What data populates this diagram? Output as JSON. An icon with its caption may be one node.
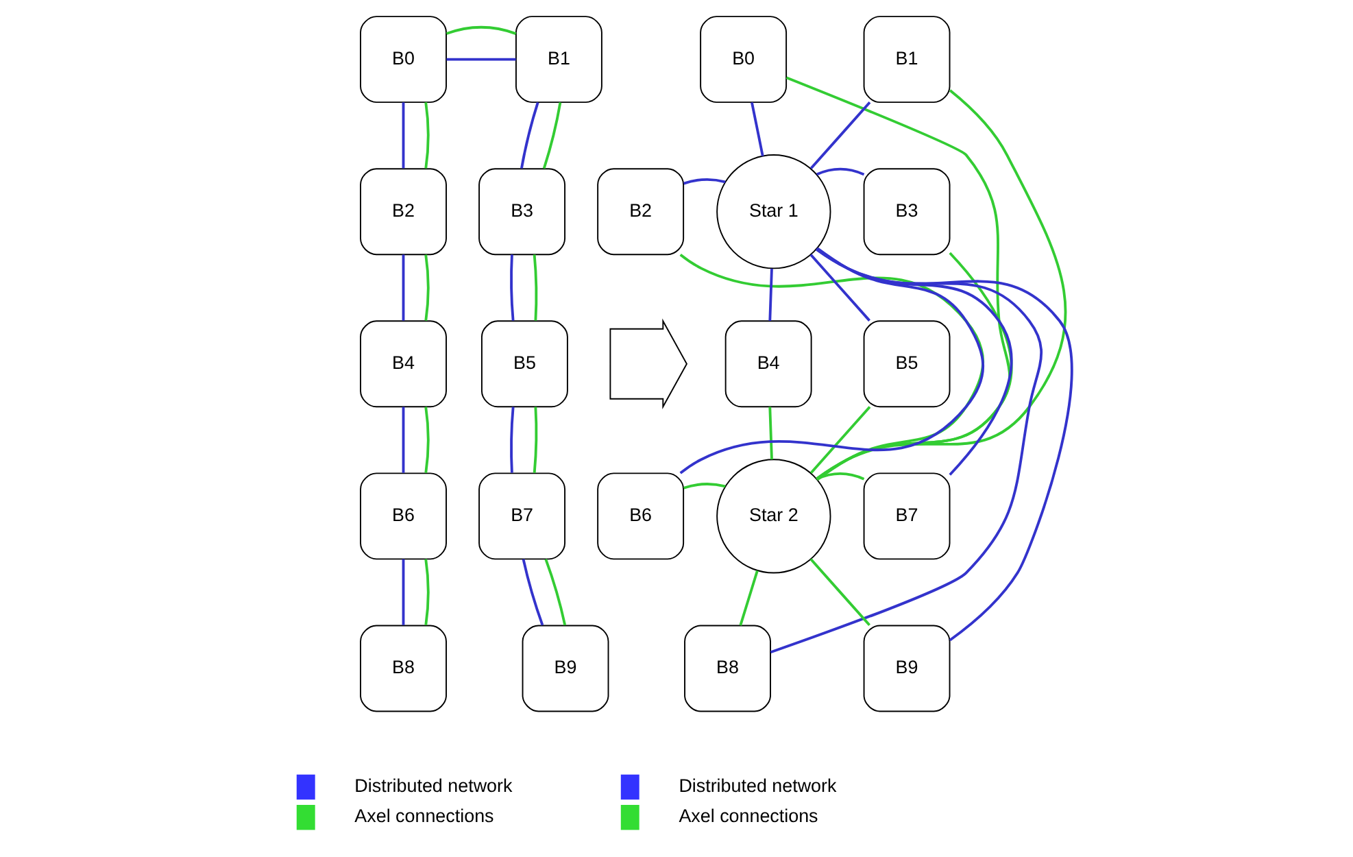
{
  "diagram": {
    "nodes": [
      {
        "text": [
          "B0"
        ]
      },
      {
        "text": [
          "B1"
        ]
      },
      {
        "text": [
          "B2"
        ]
      },
      {
        "text": [
          "B3"
        ]
      },
      {
        "text": [
          "B4"
        ]
      },
      {
        "text": [
          "B5"
        ]
      },
      {
        "text": [
          "B6"
        ]
      },
      {
        "text": [
          "B7"
        ]
      },
      {
        "text": [
          "B8"
        ]
      },
      {
        "text": [
          "B9"
        ]
      },
      {
        "text": [],
        "shape": "arrow"
      },
      {
        "text": [
          "B0"
        ]
      },
      {
        "text": [
          "B1"
        ]
      },
      {
        "text": [
          "B2"
        ]
      },
      {
        "text": [
          "Star 1"
        ]
      },
      {
        "text": [
          "B3"
        ]
      },
      {
        "text": [
          "B4"
        ]
      },
      {
        "text": [
          "B5"
        ]
      },
      {
        "text": [
          "B6"
        ]
      },
      {
        "text": [
          "Star 2"
        ]
      },
      {
        "text": [
          "B7"
        ]
      },
      {
        "text": [
          "B8"
        ]
      },
      {
        "text": [
          "B9"
        ]
      }
    ],
    "edges": [
      {
        "from": 0,
        "to": 1,
        "arrow": "none",
        "color": "#3333cc"
      },
      {
        "from": 0,
        "to": 2,
        "arrow": "none",
        "color": "#3333cc"
      },
      {
        "from": 2,
        "to": 4,
        "arrow": "none",
        "color": "#3333cc"
      },
      {
        "from": 4,
        "to": 6,
        "arrow": "none",
        "color": "#3333cc"
      },
      {
        "from": 6,
        "to": 8,
        "arrow": "none",
        "color": "#3333cc"
      },
      {
        "from": 1,
        "to": 3,
        "arrow": "none",
        "color": "#3333cc"
      },
      {
        "from": 3,
        "to": 5,
        "arrow": "none",
        "color": "#3333cc"
      },
      {
        "from": 5,
        "to": 7,
        "arrow": "none",
        "color": "#3333cc"
      },
      {
        "from": 7,
        "to": 9,
        "arrow": "none",
        "color": "#3333cc"
      },
      {
        "from": 0,
        "to": 1,
        "arrow": "none",
        "color": "#33cc33"
      },
      {
        "from": 0,
        "to": 2,
        "arrow": "none",
        "color": "#33cc33"
      },
      {
        "from": 2,
        "to": 4,
        "arrow": "none",
        "color": "#33cc33"
      },
      {
        "from": 4,
        "to": 6,
        "arrow": "none",
        "color": "#33cc33"
      },
      {
        "from": 6,
        "to": 8,
        "arrow": "none",
        "color": "#33cc33"
      },
      {
        "from": 1,
        "to": 3,
        "arrow": "none",
        "color": "#33cc33"
      },
      {
        "from": 3,
        "to": 5,
        "arrow": "none",
        "color": "#33cc33"
      },
      {
        "from": 5,
        "to": 7,
        "arrow": "none",
        "color": "#33cc33"
      },
      {
        "from": 7,
        "to": 9,
        "arrow": "none",
        "color": "#33cc33"
      },
      {
        "from": 11,
        "to": 14,
        "arrow": "none",
        "color": "#3333cc"
      },
      {
        "from": 12,
        "to": 14,
        "arrow": "none",
        "color": "#3333cc"
      },
      {
        "from": 13,
        "to": 14,
        "arrow": "none",
        "color": "#3333cc"
      },
      {
        "from": 15,
        "to": 14,
        "arrow": "none",
        "color": "#3333cc"
      },
      {
        "from": 16,
        "to": 14,
        "arrow": "none",
        "color": "#3333cc"
      },
      {
        "from": 17,
        "to": 14,
        "arrow": "none",
        "color": "#3333cc"
      },
      {
        "from": 18,
        "to": 14,
        "arrow": "none",
        "color": "#3333cc"
      },
      {
        "from": 20,
        "to": 14,
        "arrow": "none",
        "color": "#3333cc"
      },
      {
        "from": 21,
        "to": 14,
        "arrow": "none",
        "color": "#3333cc"
      },
      {
        "from": 22,
        "to": 14,
        "arrow": "none",
        "color": "#3333cc"
      },
      {
        "from": 11,
        "to": 19,
        "arrow": "none",
        "color": "#33cc33"
      },
      {
        "from": 12,
        "to": 19,
        "arrow": "none",
        "color": "#33cc33"
      },
      {
        "from": 13,
        "to": 19,
        "arrow": "none",
        "color": "#33cc33"
      },
      {
        "from": 15,
        "to": 19,
        "arrow": "none",
        "color": "#33cc33"
      },
      {
        "from": 16,
        "to": 19,
        "arrow": "none",
        "color": "#33cc33"
      },
      {
        "from": 17,
        "to": 19,
        "arrow": "none",
        "color": "#33cc33"
      },
      {
        "from": 18,
        "to": 19,
        "arrow": "none",
        "color": "#33cc33"
      },
      {
        "from": 20,
        "to": 19,
        "arrow": "none",
        "color": "#33cc33"
      },
      {
        "from": 21,
        "to": 19,
        "arrow": "none",
        "color": "#33cc33"
      },
      {
        "from": 22,
        "to": 19,
        "arrow": "none",
        "color": "#33cc33"
      }
    ],
    "legend": [
      {
        "text": "Distributed network",
        "color": "#3333ff"
      },
      {
        "text": "Axel connections",
        "color": "#33dd33"
      },
      {
        "text": "Distributed network",
        "color": "#3333ff"
      },
      {
        "text": "Axel connections",
        "color": "#33dd33"
      }
    ]
  }
}
